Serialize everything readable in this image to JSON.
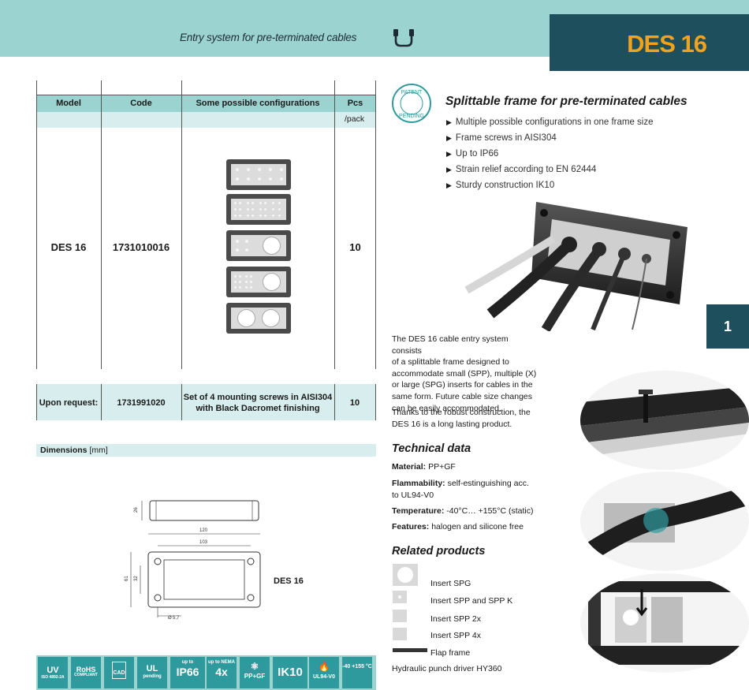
{
  "header": {
    "subtitle": "Entry system for pre-terminated cables",
    "title": "DES 16",
    "colors": {
      "band": "#9bd3d1",
      "title_box": "#1e4f5c",
      "title_text": "#f3a21c"
    }
  },
  "table": {
    "columns": [
      "Model",
      "Code",
      "Some possible configurations",
      "Pcs"
    ],
    "pcs_sub": "/pack",
    "row": {
      "model": "DES 16",
      "code": "1731010016",
      "pcs": "10"
    },
    "request": {
      "label": "Upon request:",
      "code": "1731991020",
      "desc_line1": "Set of 4 mounting screws in AISI304",
      "desc_line2": "with Black Dacromet finishing",
      "pcs": "10"
    }
  },
  "dimensions": {
    "label": "Dimensions",
    "unit": "[mm]",
    "values": {
      "height_side": "26",
      "total_width": "120",
      "hole_spacing": "103",
      "outer_height": "61",
      "inner_height": "32",
      "hole_dia": "5,7"
    },
    "model_label": "DES 16"
  },
  "badges": [
    {
      "icon": "uv-icon",
      "text": "UV",
      "sub": "ISO 4892-2A"
    },
    {
      "icon": "rohs-icon",
      "text": "RoHS",
      "sub": "COMPLIANT"
    },
    {
      "icon": "cad-icon",
      "text": "CAD",
      "sub": ""
    },
    {
      "icon": "ul-icon",
      "text": "UL",
      "sub": "pending"
    },
    {
      "icon": "ip66-icon",
      "text": "IP66",
      "sub": "up to"
    },
    {
      "icon": "nema-icon",
      "text": "4x",
      "sub": "up to NEMA"
    },
    {
      "icon": "material-icon",
      "text": "PP+GF",
      "sub": ""
    },
    {
      "icon": "ik10-icon",
      "text": "IK10",
      "sub": ""
    },
    {
      "icon": "flame-icon",
      "text": "UL94-V0",
      "sub": ""
    },
    {
      "icon": "temperature-icon",
      "text": "-40 +155 °C",
      "sub": ""
    }
  ],
  "patent": {
    "top": "PATENT",
    "bottom": "PENDING"
  },
  "features": {
    "title": "Splittable frame for pre-terminated cables",
    "items": [
      "Multiple possible configurations in one frame size",
      "Frame screws in AISI304",
      "Up to IP66",
      "Strain relief according to EN 62444",
      "Sturdy construction IK10"
    ]
  },
  "chapter_tab": "1",
  "description": {
    "p1": [
      "The DES 16 cable entry system consists",
      "of a splittable frame designed to",
      "accommodate small (SPP), multiple (X)",
      "or large (SPG) inserts for cables in the",
      "same form. Future cable size changes",
      "can be easily accommodated."
    ],
    "p2": [
      "Thanks to the robust construction, the",
      "DES 16 is a long lasting product."
    ]
  },
  "technical": {
    "title": "Technical data",
    "material_label": "Material:",
    "material": "PP+GF",
    "flammability_label": "Flammability:",
    "flammability_1": "self-estinguishing acc.",
    "flammability_2": "to UL94-V0",
    "temperature_label": "Temperature:",
    "temperature": "-40°C… +155°C (static)",
    "features_label": "Features:",
    "features": "halogen and silicone free"
  },
  "related": {
    "title": "Related products",
    "items": [
      "Insert SPG",
      "Insert SPP and SPP K",
      "Insert SPP 2x",
      "Insert SPP 4x",
      "Flap frame",
      "Hydraulic punch driver HY360"
    ]
  }
}
